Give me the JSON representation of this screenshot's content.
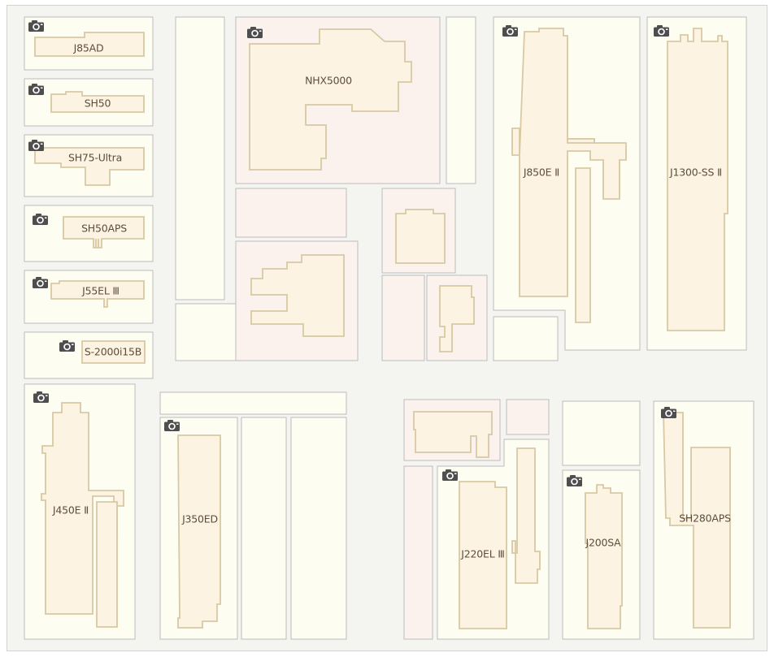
{
  "machines": [
    {
      "id": "j85ad",
      "label": "J85AD"
    },
    {
      "id": "sh50",
      "label": "SH50"
    },
    {
      "id": "sh75ultra",
      "label": "SH75-Ultra"
    },
    {
      "id": "sh50aps",
      "label": "SH50APS"
    },
    {
      "id": "j55el3",
      "label": "J55EL Ⅲ"
    },
    {
      "id": "s2000i15b",
      "label": "S-2000i15B"
    },
    {
      "id": "nhx5000",
      "label": "NHX5000"
    },
    {
      "id": "j850e2",
      "label": "J850E Ⅱ"
    },
    {
      "id": "j1300ss2",
      "label": "J1300-SS Ⅱ"
    },
    {
      "id": "j450e2",
      "label": "J450E Ⅱ"
    },
    {
      "id": "j350ed",
      "label": "J350ED"
    },
    {
      "id": "j220el3",
      "label": "J220EL Ⅲ"
    },
    {
      "id": "j200sa",
      "label": "J200SA"
    },
    {
      "id": "sh280aps",
      "label": "SH280APS"
    }
  ],
  "colors": {
    "room_cream": "#fefdf2",
    "room_pink": "#fbf1ed",
    "equipment_fill": "#fdf3e2",
    "equipment_outline": "#d8c9a4",
    "label_text": "#5d4e3b",
    "camera_icon": "#4e4e4e"
  },
  "icons": {
    "camera": "camera-icon"
  }
}
